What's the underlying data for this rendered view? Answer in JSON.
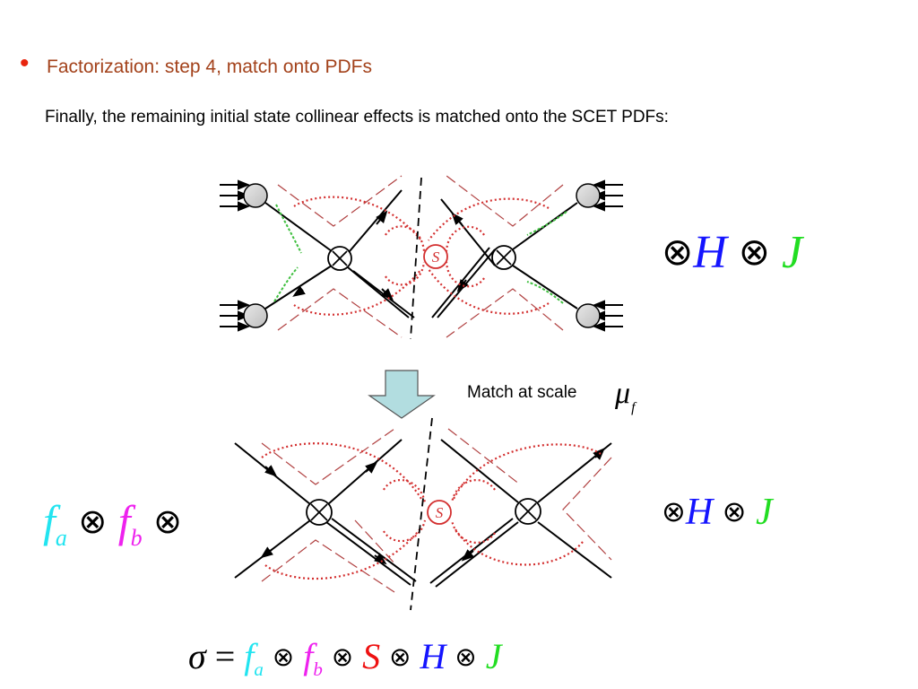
{
  "slide": {
    "bullet": "•",
    "title": "Factorization: step 4, match onto PDFs",
    "body": "Finally, the remaining initial state collinear effects  is matched onto the SCET PDFs:",
    "match_label": "Match at scale",
    "mu_symbol": "μ",
    "mu_sub": "f"
  },
  "diagram_labels": {
    "soft_vertex": "S",
    "vertex_symbol": "⊗"
  },
  "equations": {
    "top_right": {
      "otimes1": "⊗",
      "H": "H",
      "otimes2": "⊗",
      "J": "J"
    },
    "mid_right": {
      "otimes1": "⊗",
      "H": "H",
      "otimes2": "⊗",
      "J": "J"
    },
    "left": {
      "f": "f",
      "a": "a",
      "otimes1": "⊗",
      "f2": "f",
      "b": "b",
      "otimes2": "⊗"
    },
    "final": {
      "sigma": "σ",
      "equals": "=",
      "f": "f",
      "a": "a",
      "otimes1": "⊗",
      "f2": "f",
      "b": "b",
      "otimes2": "⊗",
      "S": "S",
      "otimes3": "⊗",
      "H": "H",
      "otimes4": "⊗",
      "J": "J"
    }
  },
  "colors": {
    "title": "#a3421b",
    "bullet": "#e8250e",
    "gluon_red": "#d32f2f",
    "gluon_green": "#3fbf3f",
    "cut_dashed": "#b04040",
    "arrow_fill": "#b2dde0",
    "H": "#1414ff",
    "J": "#22dd22",
    "f_a": "#22e4f0",
    "f_b": "#ee22ee",
    "S": "#ee1111"
  }
}
